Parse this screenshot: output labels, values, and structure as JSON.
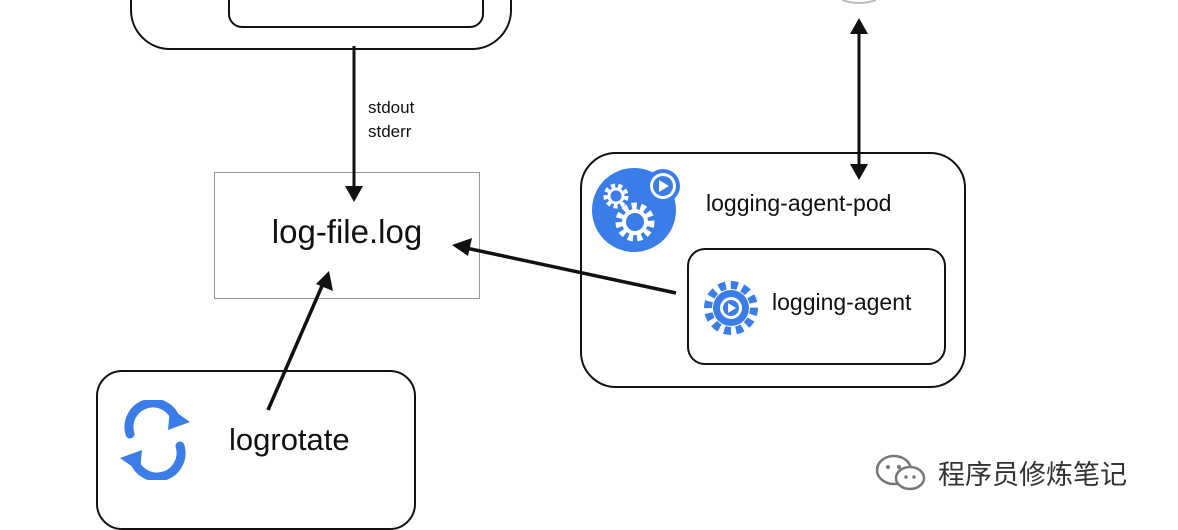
{
  "top_pod": {},
  "stdout_label": {
    "line1": "stdout",
    "line2": "stderr"
  },
  "log_file": {
    "label": "log-file.log"
  },
  "agent_pod": {
    "label": "logging-agent-pod"
  },
  "agent": {
    "label": "logging-agent"
  },
  "logrotate": {
    "label": "logrotate"
  },
  "watermark": {
    "text": "程序员修炼笔记"
  },
  "colors": {
    "icon_blue": "#3a7de8",
    "line": "#111111",
    "box_border_light": "#999999"
  },
  "icons": {
    "pod_icon": "gears-play-icon",
    "agent_icon": "gear-play-icon",
    "logrotate_icon": "rotate-arrows-icon",
    "watermark_icon": "wechat-icon"
  }
}
